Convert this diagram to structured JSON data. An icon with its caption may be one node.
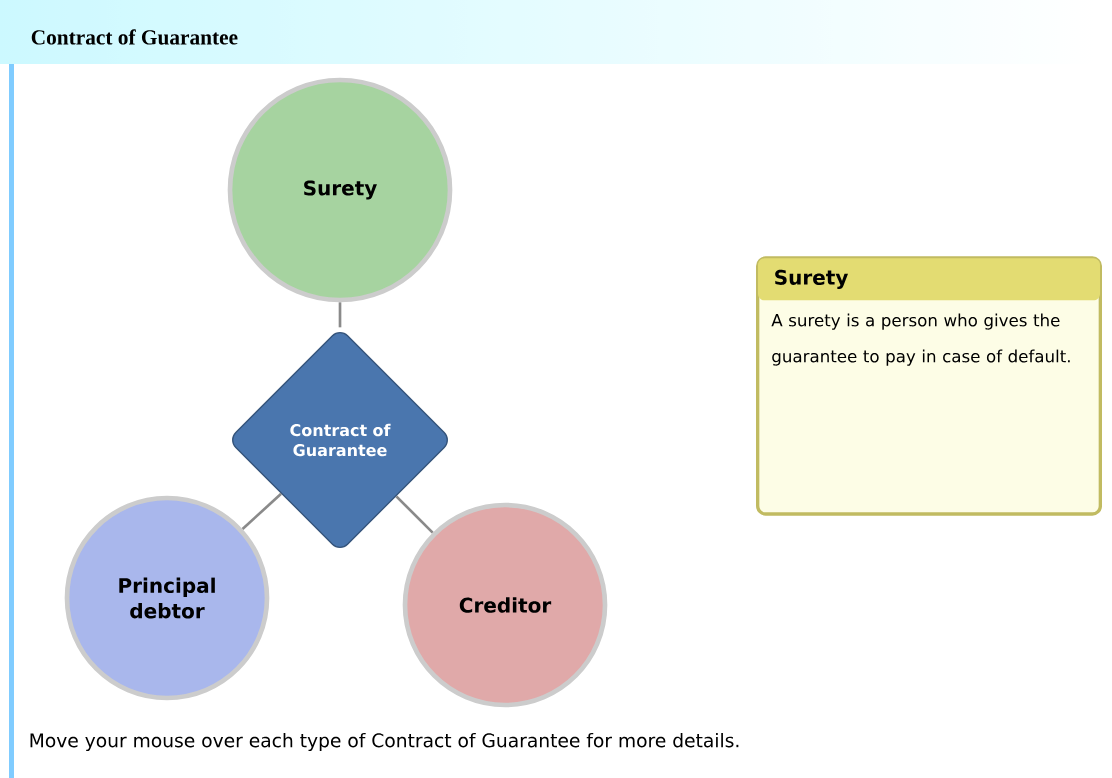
{
  "diagram": {
    "title": "Contract of Guarantee",
    "caption": "Move your mouse over each type of Contract of Guarantee for more details.",
    "nodes": [
      {
        "text": [
          "Surety"
        ]
      },
      {
        "text": [
          "Contract of Guarantee"
        ]
      },
      {
        "text": [
          "Principal debtor"
        ]
      },
      {
        "text": [
          "Creditor"
        ]
      },
      {
        "text": [
          "Surety",
          "A surety is a person who gives the guarantee to pay in case of default."
        ]
      }
    ],
    "edges": [
      {
        "from": 0,
        "to": 1,
        "arrow": "none"
      },
      {
        "from": 1,
        "to": 2,
        "arrow": "none"
      },
      {
        "from": 1,
        "to": 3,
        "arrow": "none"
      }
    ]
  }
}
